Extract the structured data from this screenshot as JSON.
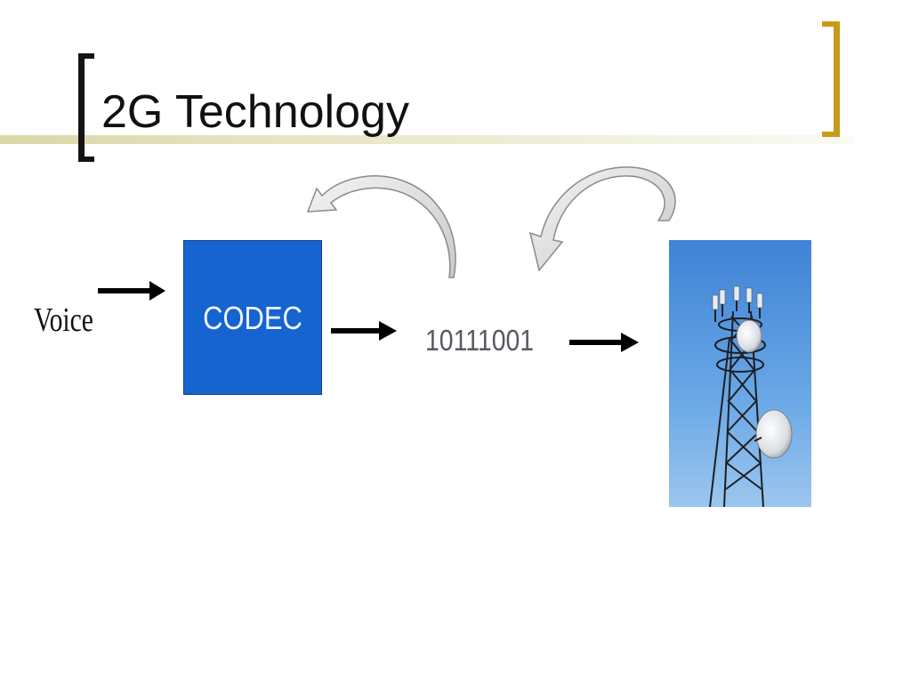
{
  "slide": {
    "title": "2G Technology"
  },
  "diagram": {
    "input_label": "Voice",
    "codec_label": "CODEC",
    "binary_label": "10111001"
  },
  "colors": {
    "codec_fill": "#1664d0",
    "bracket_left": "#141414",
    "bracket_right": "#c89a1a",
    "title_bar": "#d8d8a8",
    "sky": "#5f9ee0"
  },
  "icons": [
    "flow-arrow-icon",
    "curved-arrow-icon",
    "tower-icon"
  ]
}
